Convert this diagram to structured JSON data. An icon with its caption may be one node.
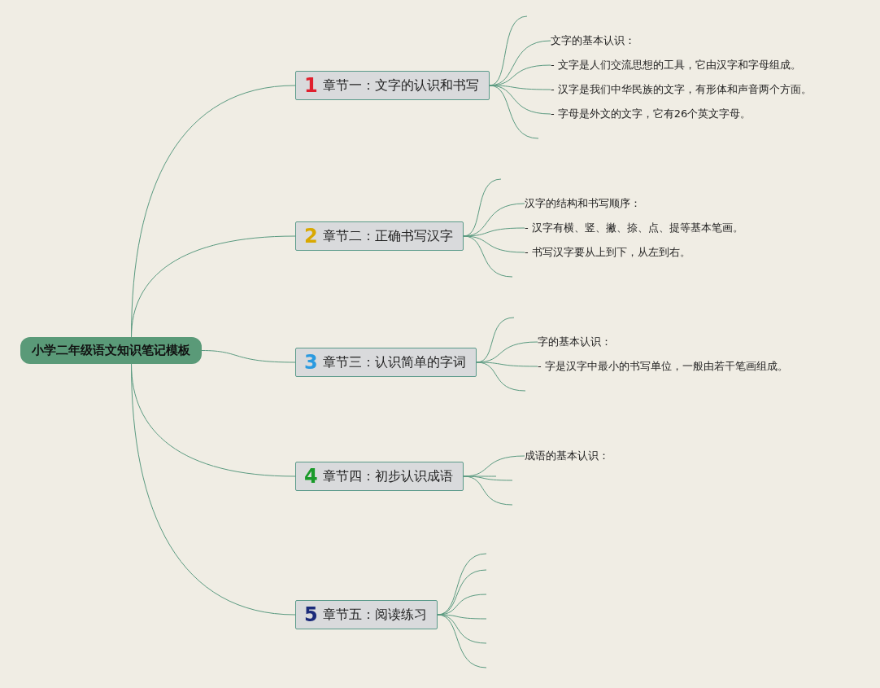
{
  "diagram": {
    "nodes": [
      {
        "text": [
          "小学二年级语文知识笔记模板"
        ]
      },
      {
        "text": [
          "1",
          "章节一：文字的认识和书写"
        ]
      },
      {
        "text": [
          "文字的基本认识："
        ]
      },
      {
        "text": [
          "- 文字是人们交流思想的工具，它由汉字和字母组成。"
        ]
      },
      {
        "text": [
          "- 汉字是我们中华民族的文字，有形体和声音两个方面。"
        ]
      },
      {
        "text": [
          "- 字母是外文的文字，它有26个英文字母。"
        ]
      },
      {
        "text": [
          "2",
          "章节二：正确书写汉字"
        ]
      },
      {
        "text": [
          "汉字的结构和书写顺序："
        ]
      },
      {
        "text": [
          "- 汉字有横、竖、撇、捺、点、提等基本笔画。"
        ]
      },
      {
        "text": [
          "- 书写汉字要从上到下，从左到右。"
        ]
      },
      {
        "text": [
          "3",
          "章节三：认识简单的字词"
        ]
      },
      {
        "text": [
          "字的基本认识："
        ]
      },
      {
        "text": [
          "- 字是汉字中最小的书写单位，一般由若干笔画组成。"
        ]
      },
      {
        "text": [
          "4",
          "章节四：初步认识成语"
        ]
      },
      {
        "text": [
          "成语的基本认识："
        ]
      },
      {
        "text": [
          "5",
          "章节五：阅读练习"
        ]
      }
    ],
    "edges": [
      {
        "from": 0,
        "to": 1,
        "arrow": "none"
      },
      {
        "from": 0,
        "to": 6,
        "arrow": "none"
      },
      {
        "from": 0,
        "to": 10,
        "arrow": "none"
      },
      {
        "from": 0,
        "to": 13,
        "arrow": "none"
      },
      {
        "from": 0,
        "to": 15,
        "arrow": "none"
      },
      {
        "from": 1,
        "to": null,
        "arrow": "none"
      },
      {
        "from": 1,
        "to": 2,
        "arrow": "none"
      },
      {
        "from": 1,
        "to": 3,
        "arrow": "none"
      },
      {
        "from": 1,
        "to": 4,
        "arrow": "none"
      },
      {
        "from": 1,
        "to": 5,
        "arrow": "none"
      },
      {
        "from": 1,
        "to": null,
        "arrow": "none"
      },
      {
        "from": 6,
        "to": null,
        "arrow": "none"
      },
      {
        "from": 6,
        "to": 7,
        "arrow": "none"
      },
      {
        "from": 6,
        "to": 8,
        "arrow": "none"
      },
      {
        "from": 6,
        "to": 9,
        "arrow": "none"
      },
      {
        "from": 6,
        "to": null,
        "arrow": "none"
      },
      {
        "from": 10,
        "to": null,
        "arrow": "none"
      },
      {
        "from": 10,
        "to": 11,
        "arrow": "none"
      },
      {
        "from": 10,
        "to": 12,
        "arrow": "none"
      },
      {
        "from": 10,
        "to": null,
        "arrow": "none"
      },
      {
        "from": 13,
        "to": null,
        "arrow": "none"
      },
      {
        "from": 13,
        "to": 14,
        "arrow": "none"
      },
      {
        "from": 13,
        "to": null,
        "arrow": "none"
      },
      {
        "from": 13,
        "to": null,
        "arrow": "none"
      },
      {
        "from": 15,
        "to": null,
        "arrow": "none"
      },
      {
        "from": 15,
        "to": null,
        "arrow": "none"
      },
      {
        "from": 15,
        "to": null,
        "arrow": "none"
      },
      {
        "from": 15,
        "to": null,
        "arrow": "none"
      },
      {
        "from": 15,
        "to": null,
        "arrow": "none"
      },
      {
        "from": 15,
        "to": null,
        "arrow": "none"
      }
    ]
  }
}
